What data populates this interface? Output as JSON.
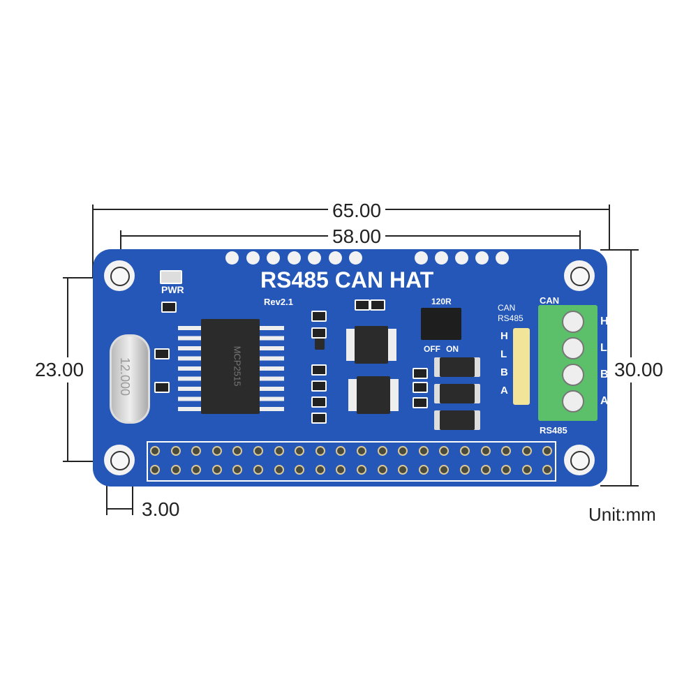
{
  "dimensions": {
    "total_width": "65.00",
    "hole_spacing_x": "58.00",
    "hole_spacing_y": "23.00",
    "total_height": "30.00",
    "hole_offset": "3.00",
    "unit": "Unit:mm"
  },
  "board": {
    "title": "RS485 CAN HAT",
    "revision": "Rev2.1",
    "pwr_label": "PWR",
    "chip_label": "MCP2515",
    "crystal_label": "12.000",
    "switch_label": "120R",
    "switch_can": "CAN",
    "switch_rs485": "RS485",
    "off_label": "OFF",
    "on_label": "ON",
    "header_labels": [
      "H",
      "L",
      "B",
      "A"
    ],
    "terminal_top_label": "CAN",
    "terminal_bottom_label": "RS485",
    "terminal_labels": [
      "H",
      "L",
      "B",
      "A"
    ]
  },
  "colors": {
    "pcb": "#2457b8",
    "terminal": "#5cbf6a",
    "header": "#f2e59a"
  }
}
